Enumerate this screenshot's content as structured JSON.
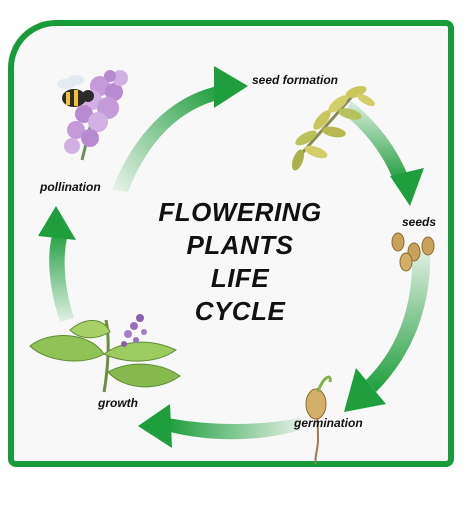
{
  "title_lines": [
    "FLOWERING",
    "PLANTS",
    "LIFE",
    "CYCLE"
  ],
  "stages": {
    "pollination": "pollination",
    "seed_formation": "seed formation",
    "seeds": "seeds",
    "germination": "germination",
    "growth": "growth"
  },
  "colors": {
    "frame": "#1a9b3a",
    "arrow": "#1f9e3d",
    "background": "#f7f8f7"
  },
  "icons": [
    "bee-icon",
    "lilac-flower-icon",
    "seed-pod-branch-icon",
    "seeds-icon",
    "germinating-seed-icon",
    "leafy-seedling-icon"
  ]
}
